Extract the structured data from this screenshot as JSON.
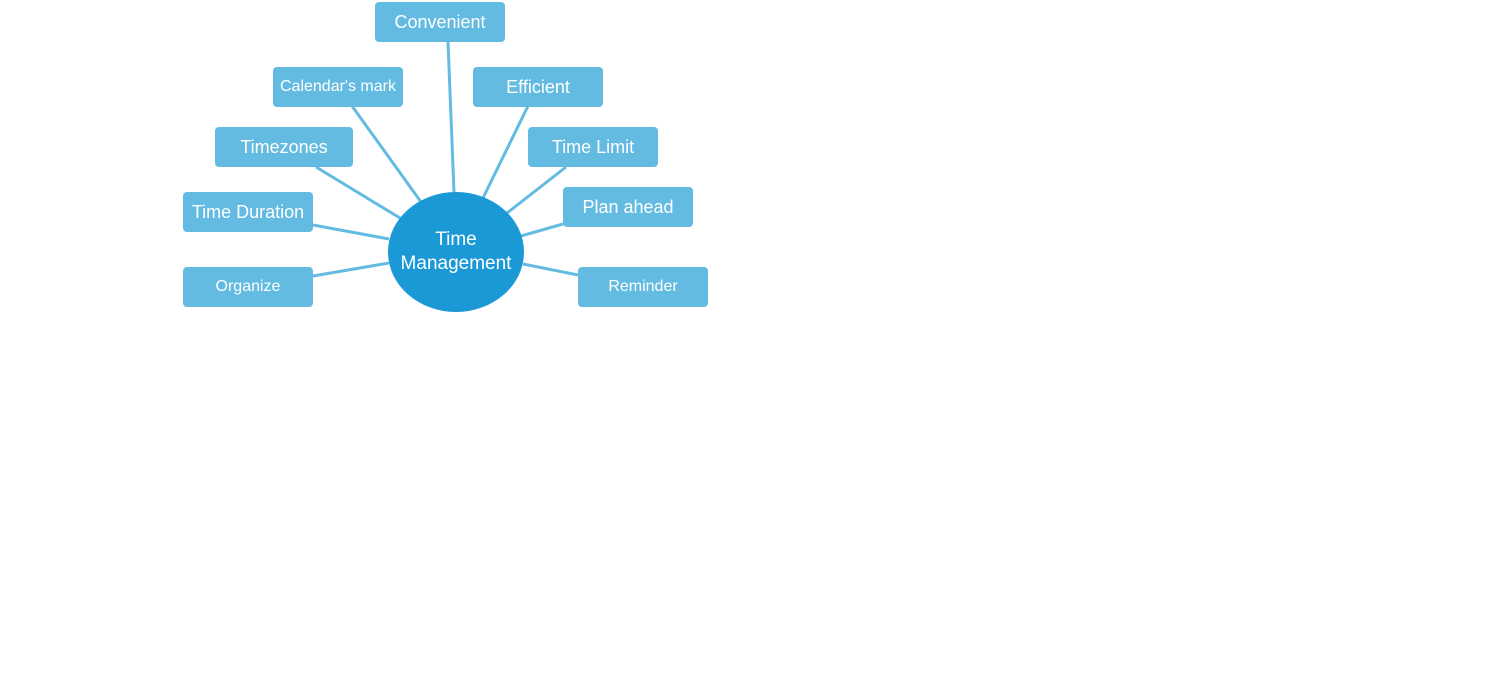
{
  "colors": {
    "center_fill": "#1a99d6",
    "node_fill": "#63bbe2",
    "connector": "#63bbe2",
    "text": "#ffffff",
    "background": "#ffffff"
  },
  "mindmap": {
    "center": {
      "label": "Time Management"
    },
    "nodes": [
      {
        "id": "convenient",
        "label": "Convenient"
      },
      {
        "id": "calendars-mark",
        "label": "Calendar's mark"
      },
      {
        "id": "efficient",
        "label": "Efficient"
      },
      {
        "id": "timezones",
        "label": "Timezones"
      },
      {
        "id": "time-limit",
        "label": "Time Limit"
      },
      {
        "id": "time-duration",
        "label": "Time Duration"
      },
      {
        "id": "plan-ahead",
        "label": "Plan ahead"
      },
      {
        "id": "organize",
        "label": "Organize"
      },
      {
        "id": "reminder",
        "label": "Reminder"
      }
    ]
  }
}
